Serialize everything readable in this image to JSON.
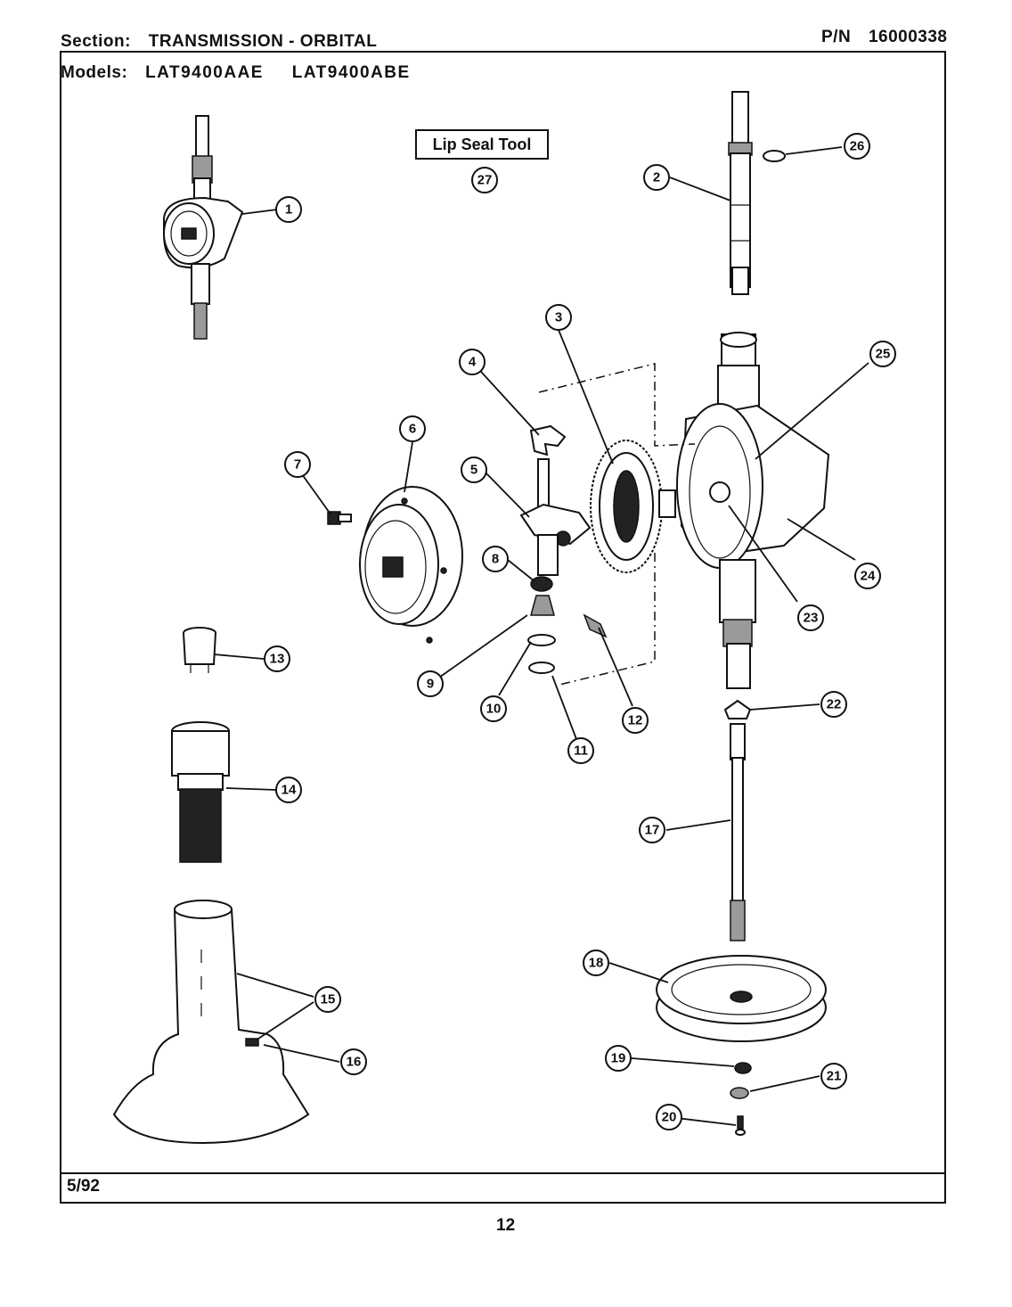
{
  "header": {
    "section_label": "Section:",
    "section_value": "TRANSMISSION - ORBITAL",
    "pn_label": "P/N",
    "pn_value": "16000338",
    "models_label": "Models:",
    "model_1": "LAT9400AAE",
    "model_2": "LAT9400ABE"
  },
  "tool_label": "Lip Seal Tool",
  "callouts": [
    "1",
    "2",
    "3",
    "4",
    "5",
    "6",
    "7",
    "8",
    "9",
    "10",
    "11",
    "12",
    "13",
    "14",
    "15",
    "16",
    "17",
    "18",
    "19",
    "20",
    "21",
    "22",
    "23",
    "24",
    "25",
    "26",
    "27"
  ],
  "footer": {
    "date": "5/92",
    "page_number": "12"
  }
}
